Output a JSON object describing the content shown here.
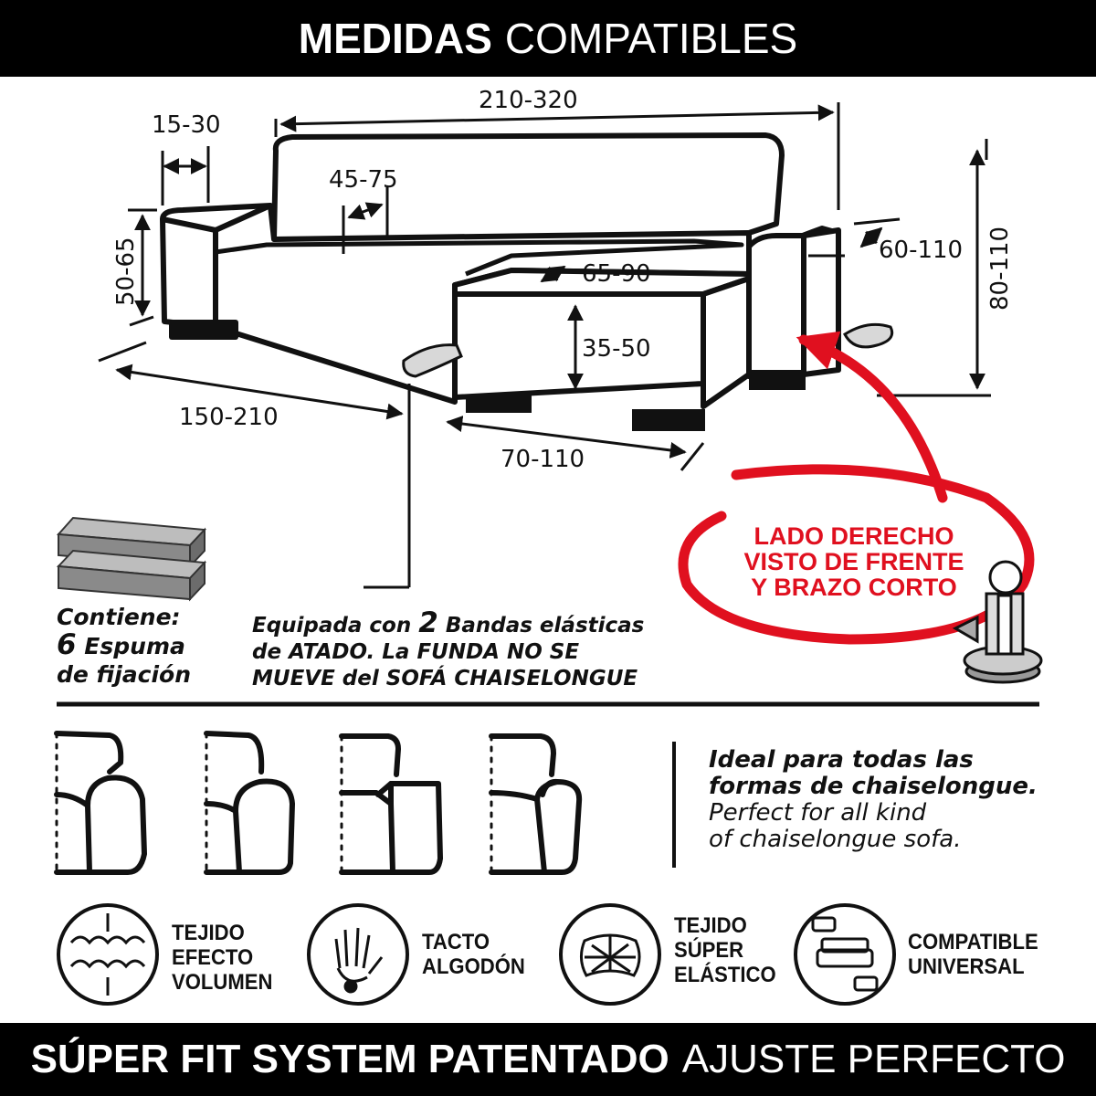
{
  "header": {
    "title_bold": "MEDIDAS",
    "title_light": "COMPATIBLES"
  },
  "dimensions": {
    "total_width": "210-320",
    "arm_width": "15-30",
    "seat_depth": "45-75",
    "arm_height": "50-65",
    "short_arm_width": "60-110",
    "chaise_depth": "65-90",
    "total_height": "80-110",
    "seat_height": "35-50",
    "sofa_length": "150-210",
    "chaise_length": "70-110"
  },
  "side_callout": {
    "line1": "LADO DERECHO",
    "line2": "VISTO DE FRENTE",
    "line3": "Y BRAZO CORTO",
    "accent_color": "#e0101f"
  },
  "foam": {
    "line1": "Contiene:",
    "count": "6",
    "line2_rest": "Espuma",
    "line3": "de fijación",
    "foam_color": "#8a8a8a"
  },
  "bands": {
    "prefix": "Equipada con",
    "count": "2",
    "line1_rest": "Bandas elásticas",
    "line2": "de ATADO. La FUNDA NO SE",
    "line3": "MUEVE del SOFÁ CHAISELONGUE"
  },
  "ideal": {
    "es_line1": "Ideal para todas las",
    "es_line2": "formas de chaiselongue.",
    "en_line1": "Perfect for all kind",
    "en_line2": "of chaiselongue sofa."
  },
  "arm_styles": [
    "round-arm-icon",
    "scroll-arm-icon",
    "square-arm-icon",
    "rolled-arm-icon"
  ],
  "features": [
    {
      "icon": "volume-fabric-icon",
      "line1": "TEJIDO",
      "line2": "EFECTO",
      "line3": "VOLUMEN"
    },
    {
      "icon": "cotton-hand-icon",
      "line1": "TACTO",
      "line2": "ALGODÓN"
    },
    {
      "icon": "stretch-fabric-icon",
      "line1": "TEJIDO",
      "line2": "SÚPER",
      "line3": "ELÁSTICO"
    },
    {
      "icon": "universal-sofa-icon",
      "line1": "COMPATIBLE",
      "line2": "UNIVERSAL"
    }
  ],
  "footer": {
    "bold": "SÚPER FIT SYSTEM PATENTADO",
    "light": "AJUSTE PERFECTO"
  }
}
